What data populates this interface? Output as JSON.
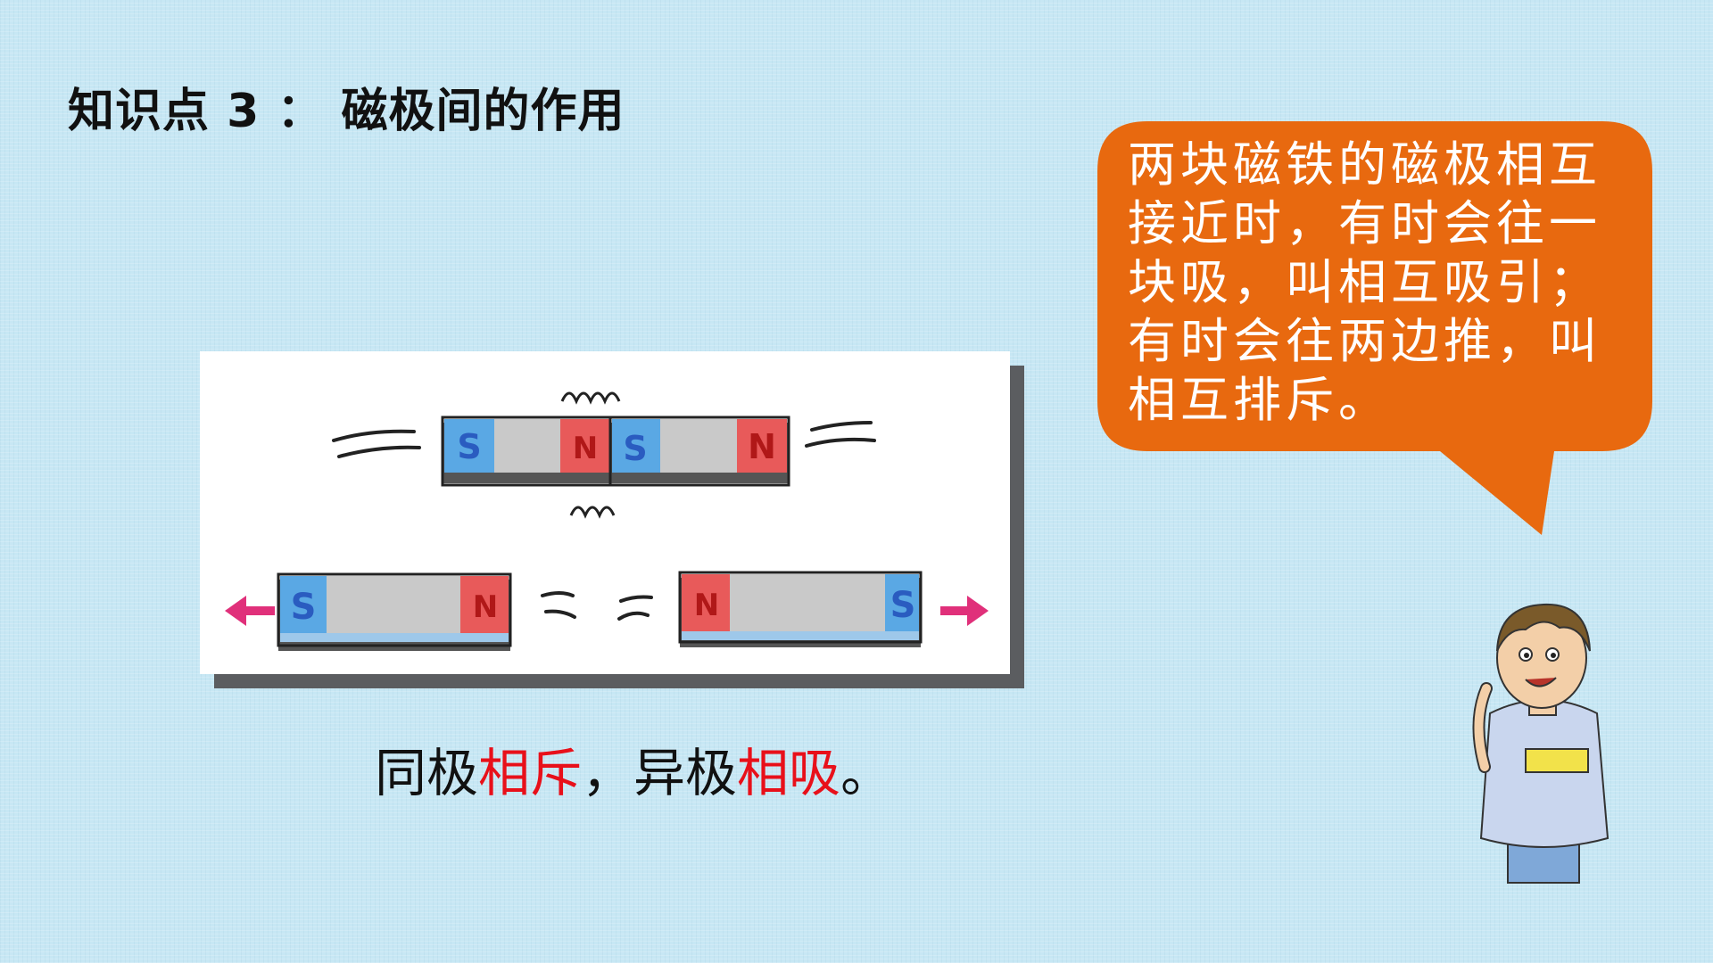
{
  "slide": {
    "title": "知识点 3 ： 磁极间的作用",
    "bubble_text": "两块磁铁的磁极相互接近时，有时会往一块吸，叫相互吸引；有时会往两边推，叫相互排斥。",
    "caption": {
      "part1": "同极",
      "part2": "相斥",
      "part3": "，异极",
      "part4": "相吸",
      "part5": "。"
    },
    "figure": {
      "pole_labels": {
        "south": "S",
        "north": "N"
      }
    },
    "colors": {
      "bubble": "#e8690f",
      "highlight": "#e8101a",
      "pole_south": "#5aa8e4",
      "pole_north": "#e85a5a",
      "arrow": "#e0307a"
    }
  }
}
